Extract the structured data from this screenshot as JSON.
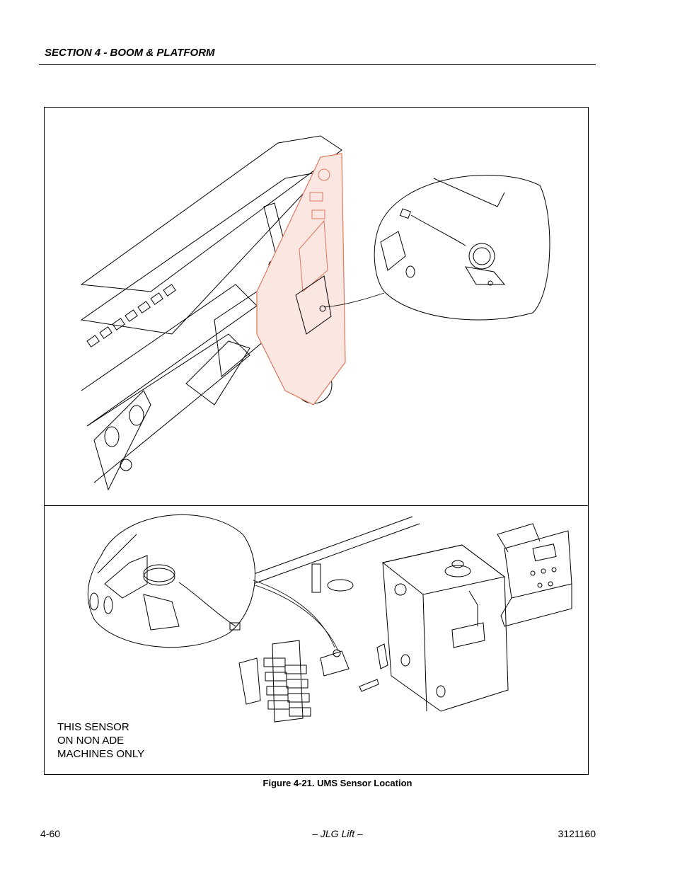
{
  "header": {
    "section_title": "SECTION 4 - BOOM & PLATFORM"
  },
  "figure": {
    "note_lines": [
      "THIS SENSOR",
      "ON NON ADE",
      "MACHINES ONLY"
    ],
    "caption": "Figure 4-21.  UMS Sensor Location"
  },
  "footer": {
    "page_number": "4-60",
    "center_text": "– JLG Lift –",
    "doc_number": "3121160"
  },
  "colors": {
    "highlight": "#e0765e",
    "line": "#000000"
  }
}
